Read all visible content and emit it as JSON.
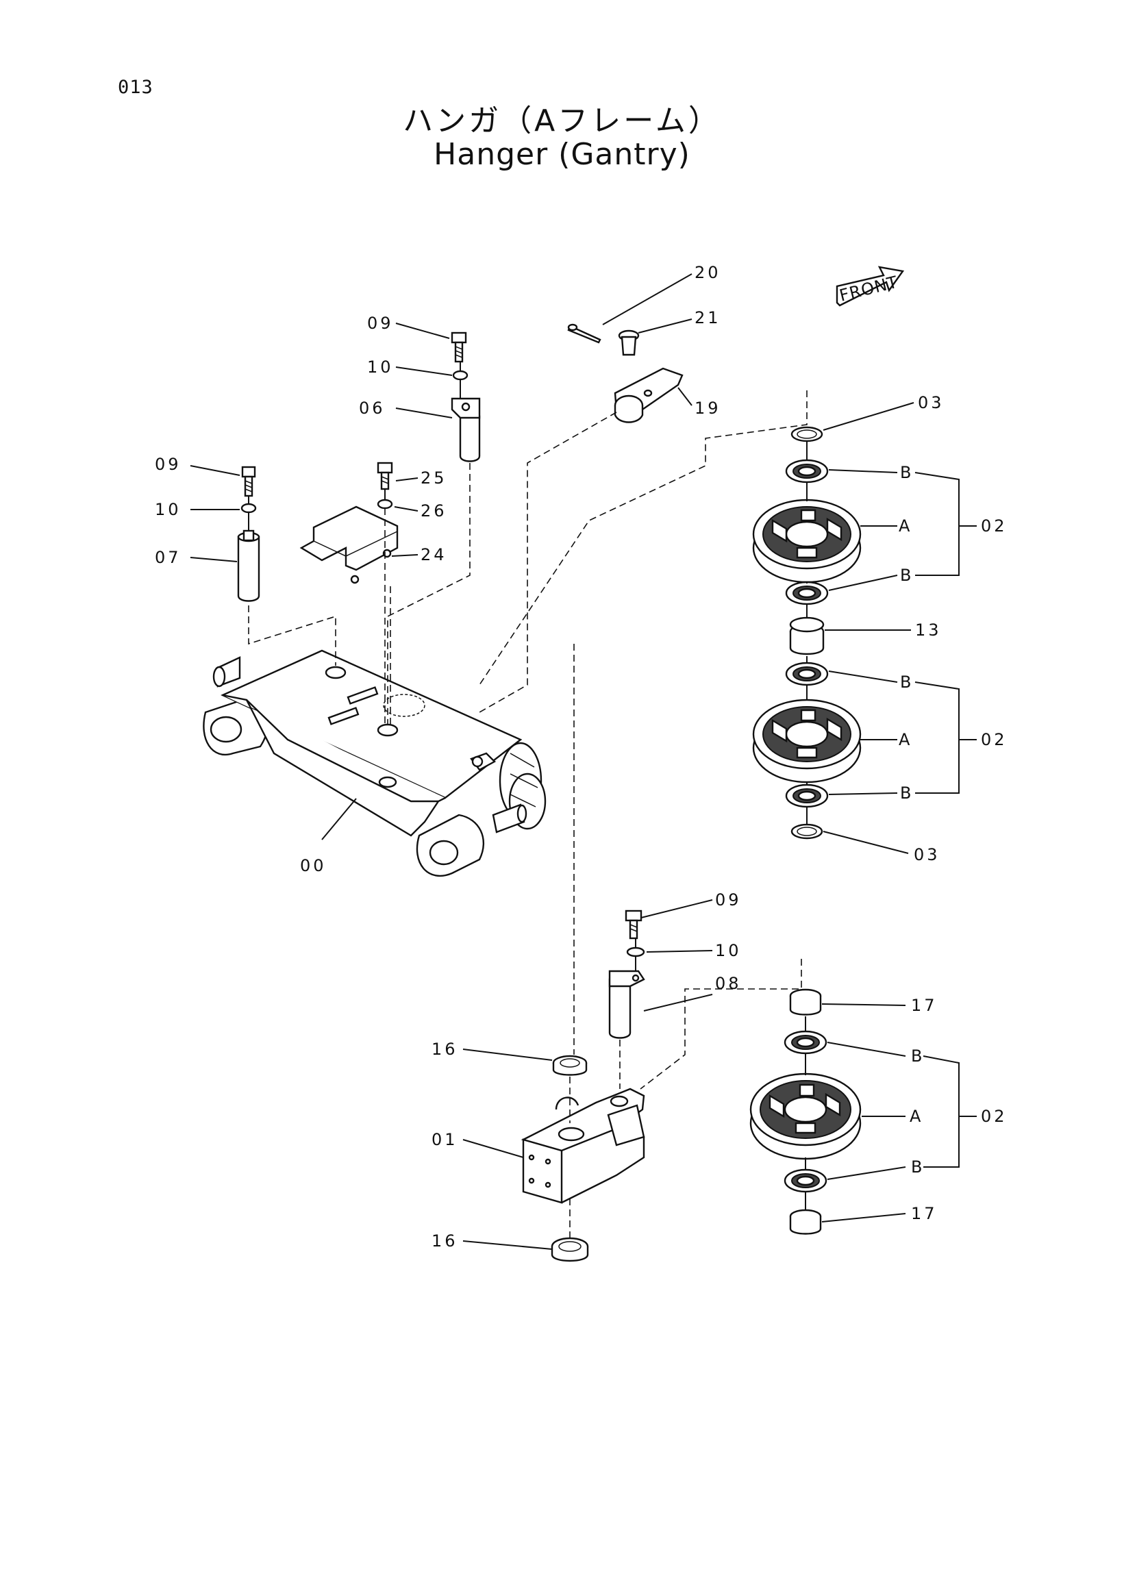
{
  "page": {
    "number": "013"
  },
  "title": {
    "japanese": "ハンガ（Aフレーム）",
    "english": "Hanger (Gantry)"
  },
  "front_tag": "FRONT",
  "callouts": [
    {
      "id": "20"
    },
    {
      "id": "21"
    },
    {
      "id": "19"
    },
    {
      "id": "09"
    },
    {
      "id": "10"
    },
    {
      "id": "06"
    },
    {
      "id": "09"
    },
    {
      "id": "10"
    },
    {
      "id": "07"
    },
    {
      "id": "25"
    },
    {
      "id": "26"
    },
    {
      "id": "24"
    },
    {
      "id": "00"
    },
    {
      "id": "03"
    },
    {
      "id": "B"
    },
    {
      "id": "A"
    },
    {
      "id": "02"
    },
    {
      "id": "B"
    },
    {
      "id": "13"
    },
    {
      "id": "B"
    },
    {
      "id": "A"
    },
    {
      "id": "02"
    },
    {
      "id": "B"
    },
    {
      "id": "03"
    },
    {
      "id": "09"
    },
    {
      "id": "10"
    },
    {
      "id": "08"
    },
    {
      "id": "17"
    },
    {
      "id": "B"
    },
    {
      "id": "A"
    },
    {
      "id": "02"
    },
    {
      "id": "B"
    },
    {
      "id": "17"
    },
    {
      "id": "16"
    },
    {
      "id": "01"
    },
    {
      "id": "16"
    }
  ]
}
